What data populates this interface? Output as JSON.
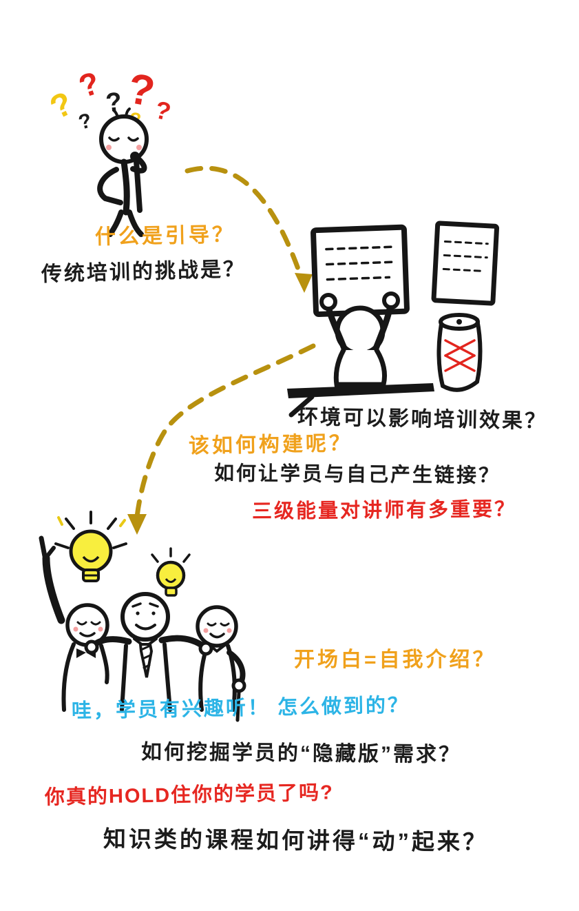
{
  "palette": {
    "orange": "#f0a11c",
    "red": "#e62721",
    "cyan": "#2cb4e6",
    "ink": "#1c1c1c",
    "arrow_gold": "#b8910f",
    "bulb_yellow": "#f8ee3e",
    "qmark_red": "#e2251e",
    "qmark_yellow": "#f2c714"
  },
  "question_marks": [
    "?",
    "?",
    "?",
    "?",
    "?",
    "?",
    "?"
  ],
  "questions": [
    {
      "text": "什么是引导？",
      "color": "orange"
    },
    {
      "text": "传统培训的挑战是？",
      "color": "ink"
    },
    {
      "text": "环境可以影响培训效果？",
      "color": "ink"
    },
    {
      "text": "该如何构建呢？",
      "color": "orange"
    },
    {
      "text": "如何让学员与自己产生链接？",
      "color": "ink"
    },
    {
      "text": "三级能量对讲师有多重要？",
      "color": "red"
    },
    {
      "text": "开场白=自我介绍？",
      "color": "orange"
    },
    {
      "text": "哇，学员有兴趣听！ 怎么做到的？",
      "color": "cyan"
    },
    {
      "text": "如何挖掘学员的“隐藏版”需求？",
      "color": "ink"
    },
    {
      "text": "你真的HOLD住你的学员了吗?",
      "color": "red"
    },
    {
      "text": "知识类的课程如何讲得“动”起来？",
      "color": "ink"
    }
  ],
  "figures": {
    "thinker": {
      "icon": "thinking-person-with-question-marks"
    },
    "presenter": {
      "icon": "person-holding-flipcharts"
    },
    "trio": {
      "icon": "three-people-with-lightbulbs"
    }
  }
}
